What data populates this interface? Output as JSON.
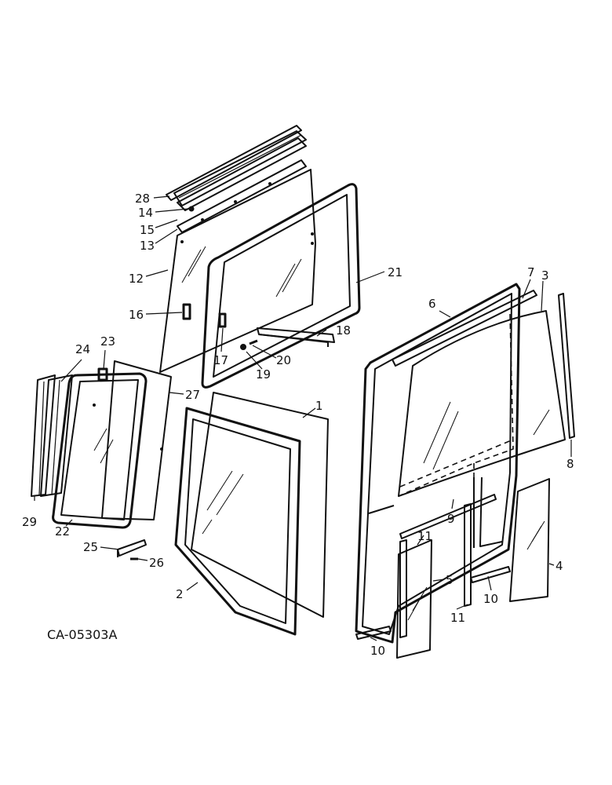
{
  "diagram": {
    "code": "CA-05303A",
    "callouts": {
      "c1": "1",
      "c2": "2",
      "c3": "3",
      "c4": "4",
      "c5": "5",
      "c6": "6",
      "c7": "7",
      "c8": "8",
      "c9": "9",
      "c10a": "10",
      "c10b": "10",
      "c11a": "11",
      "c11b": "11",
      "c12": "12",
      "c13": "13",
      "c14": "14",
      "c15": "15",
      "c16": "16",
      "c17": "17",
      "c18": "18",
      "c19": "19",
      "c20": "20",
      "c21": "21",
      "c22": "22",
      "c23": "23",
      "c24": "24",
      "c25": "25",
      "c26": "26",
      "c27": "27",
      "c28": "28",
      "c29": "29"
    }
  }
}
